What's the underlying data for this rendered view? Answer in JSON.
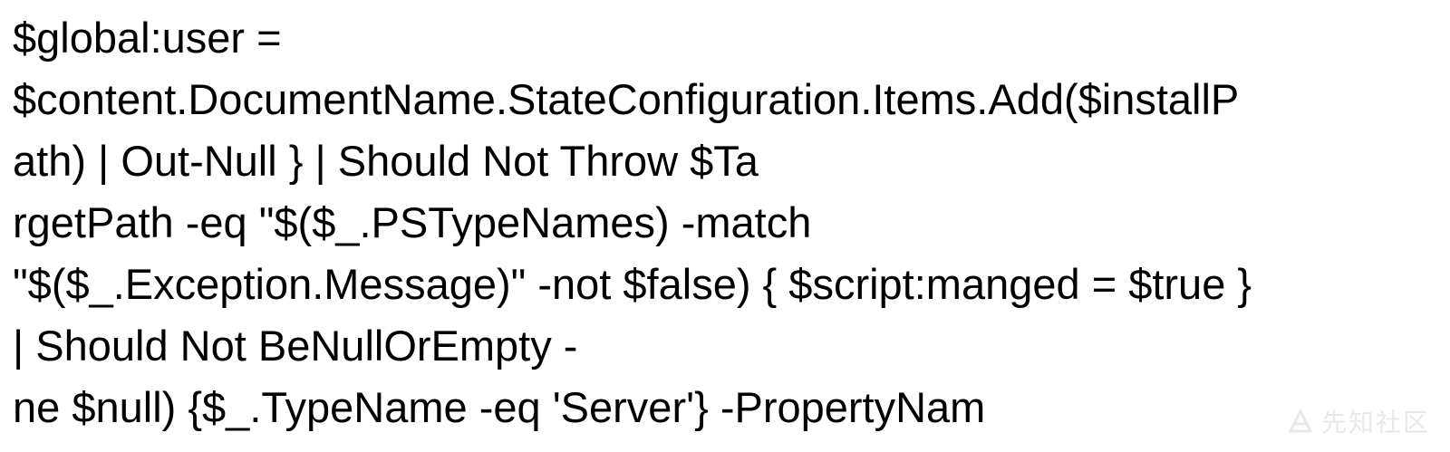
{
  "document": {
    "lines": [
      "$global:user =",
      "$content.DocumentName.StateConfiguration.Items.Add($installP",
      "ath) | Out-Null } | Should Not Throw $Ta",
      "rgetPath -eq \"$($_.PSTypeNames) -match",
      "\"$($_.Exception.Message)\" -not $false) { $script:manged = $true }",
      "| Should Not BeNullOrEmpty -",
      "ne $null) {$_.TypeName -eq 'Server'} -PropertyNam"
    ]
  },
  "watermark": {
    "text": "先知社区",
    "icon": "xianzhi-logo-icon",
    "color": "#e6e6e6"
  }
}
